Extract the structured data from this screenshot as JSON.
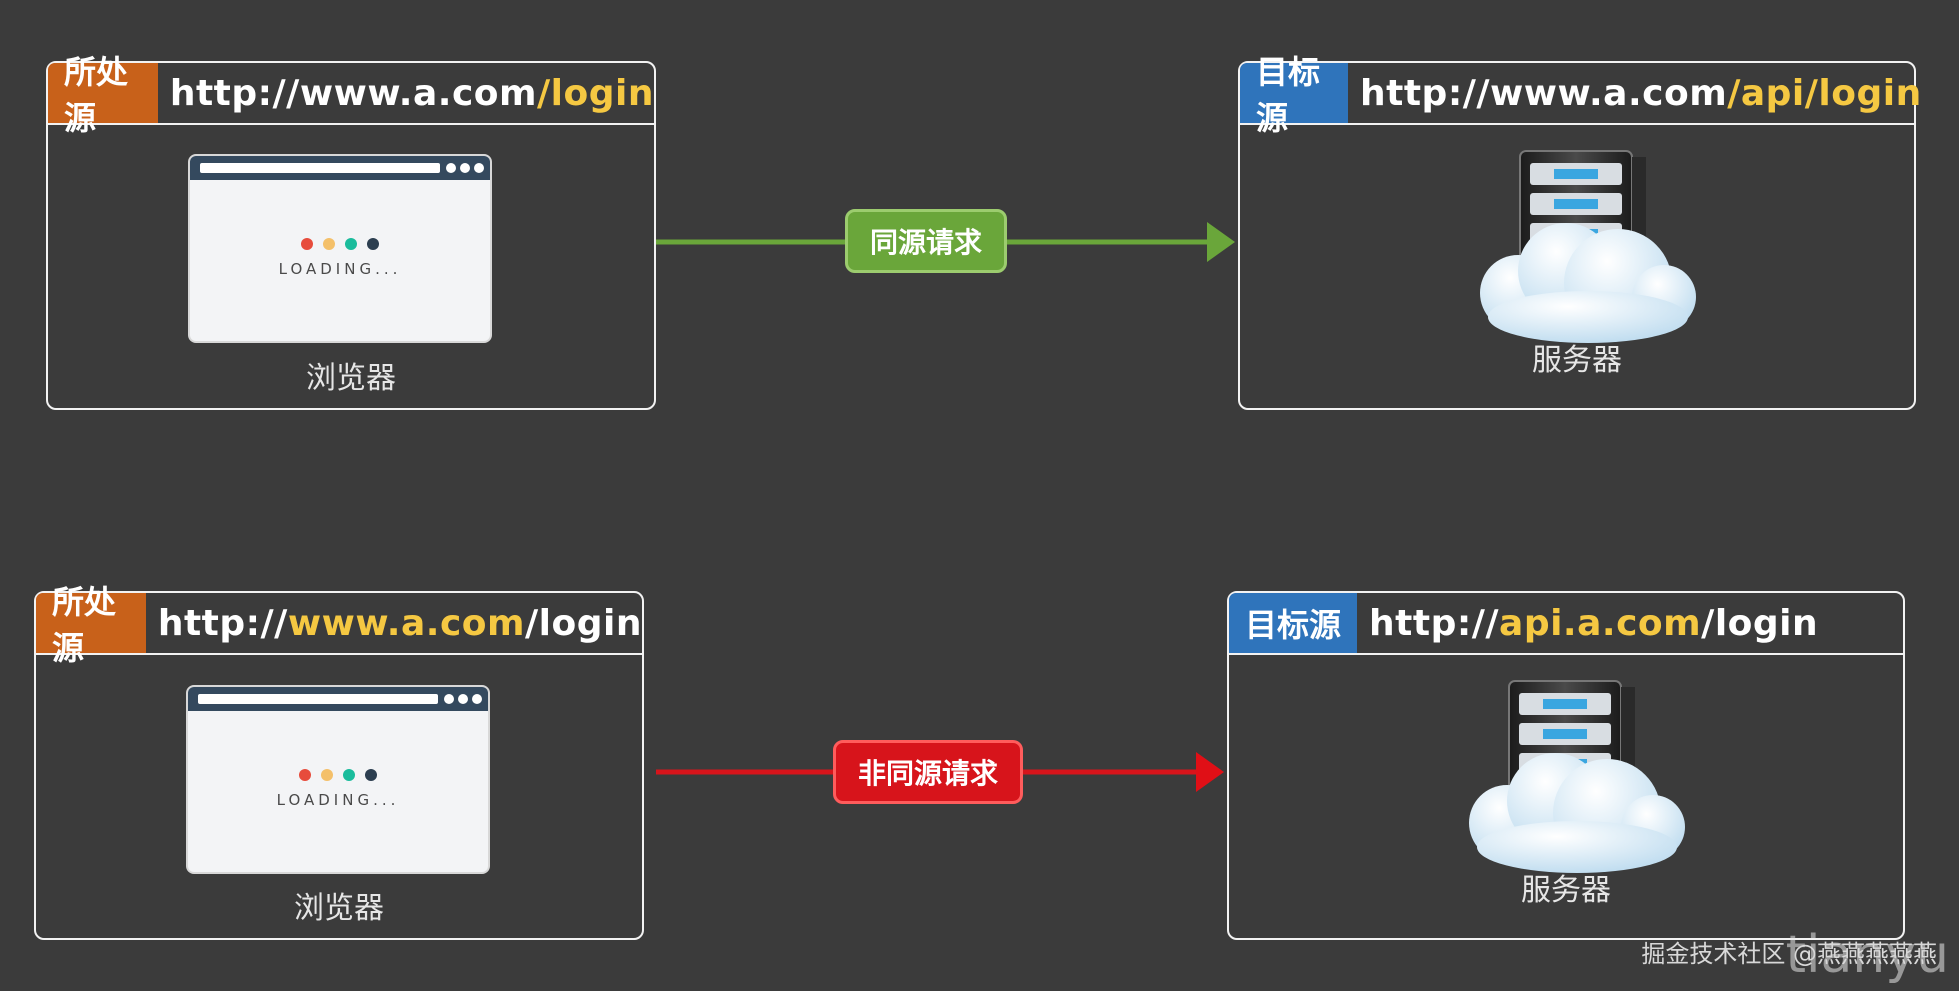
{
  "rows": [
    {
      "source": {
        "tag": "所处源",
        "url_parts": [
          "http://www.a.com",
          "/login"
        ],
        "loading_text": "LOADING...",
        "caption": "浏览器"
      },
      "request_label": "同源请求",
      "target": {
        "tag": "目标源",
        "url_parts": [
          "http://www.a.com",
          "/api/login"
        ],
        "caption": "服务器"
      }
    },
    {
      "source": {
        "tag": "所处源",
        "url_parts": [
          "http://",
          "www.a.com",
          "/login"
        ],
        "loading_text": "LOADING...",
        "caption": "浏览器"
      },
      "request_label": "非同源请求",
      "target": {
        "tag": "目标源",
        "url_parts": [
          "http://",
          "api.a.com",
          "/login"
        ],
        "caption": "服务器"
      }
    }
  ],
  "colors": {
    "background": "#3b3b3b",
    "source_tag": "#c8611a",
    "target_tag": "#2f74bb",
    "highlight": "#f5c842",
    "same_origin_arrow": "#6aa63a",
    "cross_origin_arrow": "#d7141b"
  },
  "watermark": "掘金技术社区 @燕燕燕燕燕",
  "watermark_overlay": "tianyu"
}
